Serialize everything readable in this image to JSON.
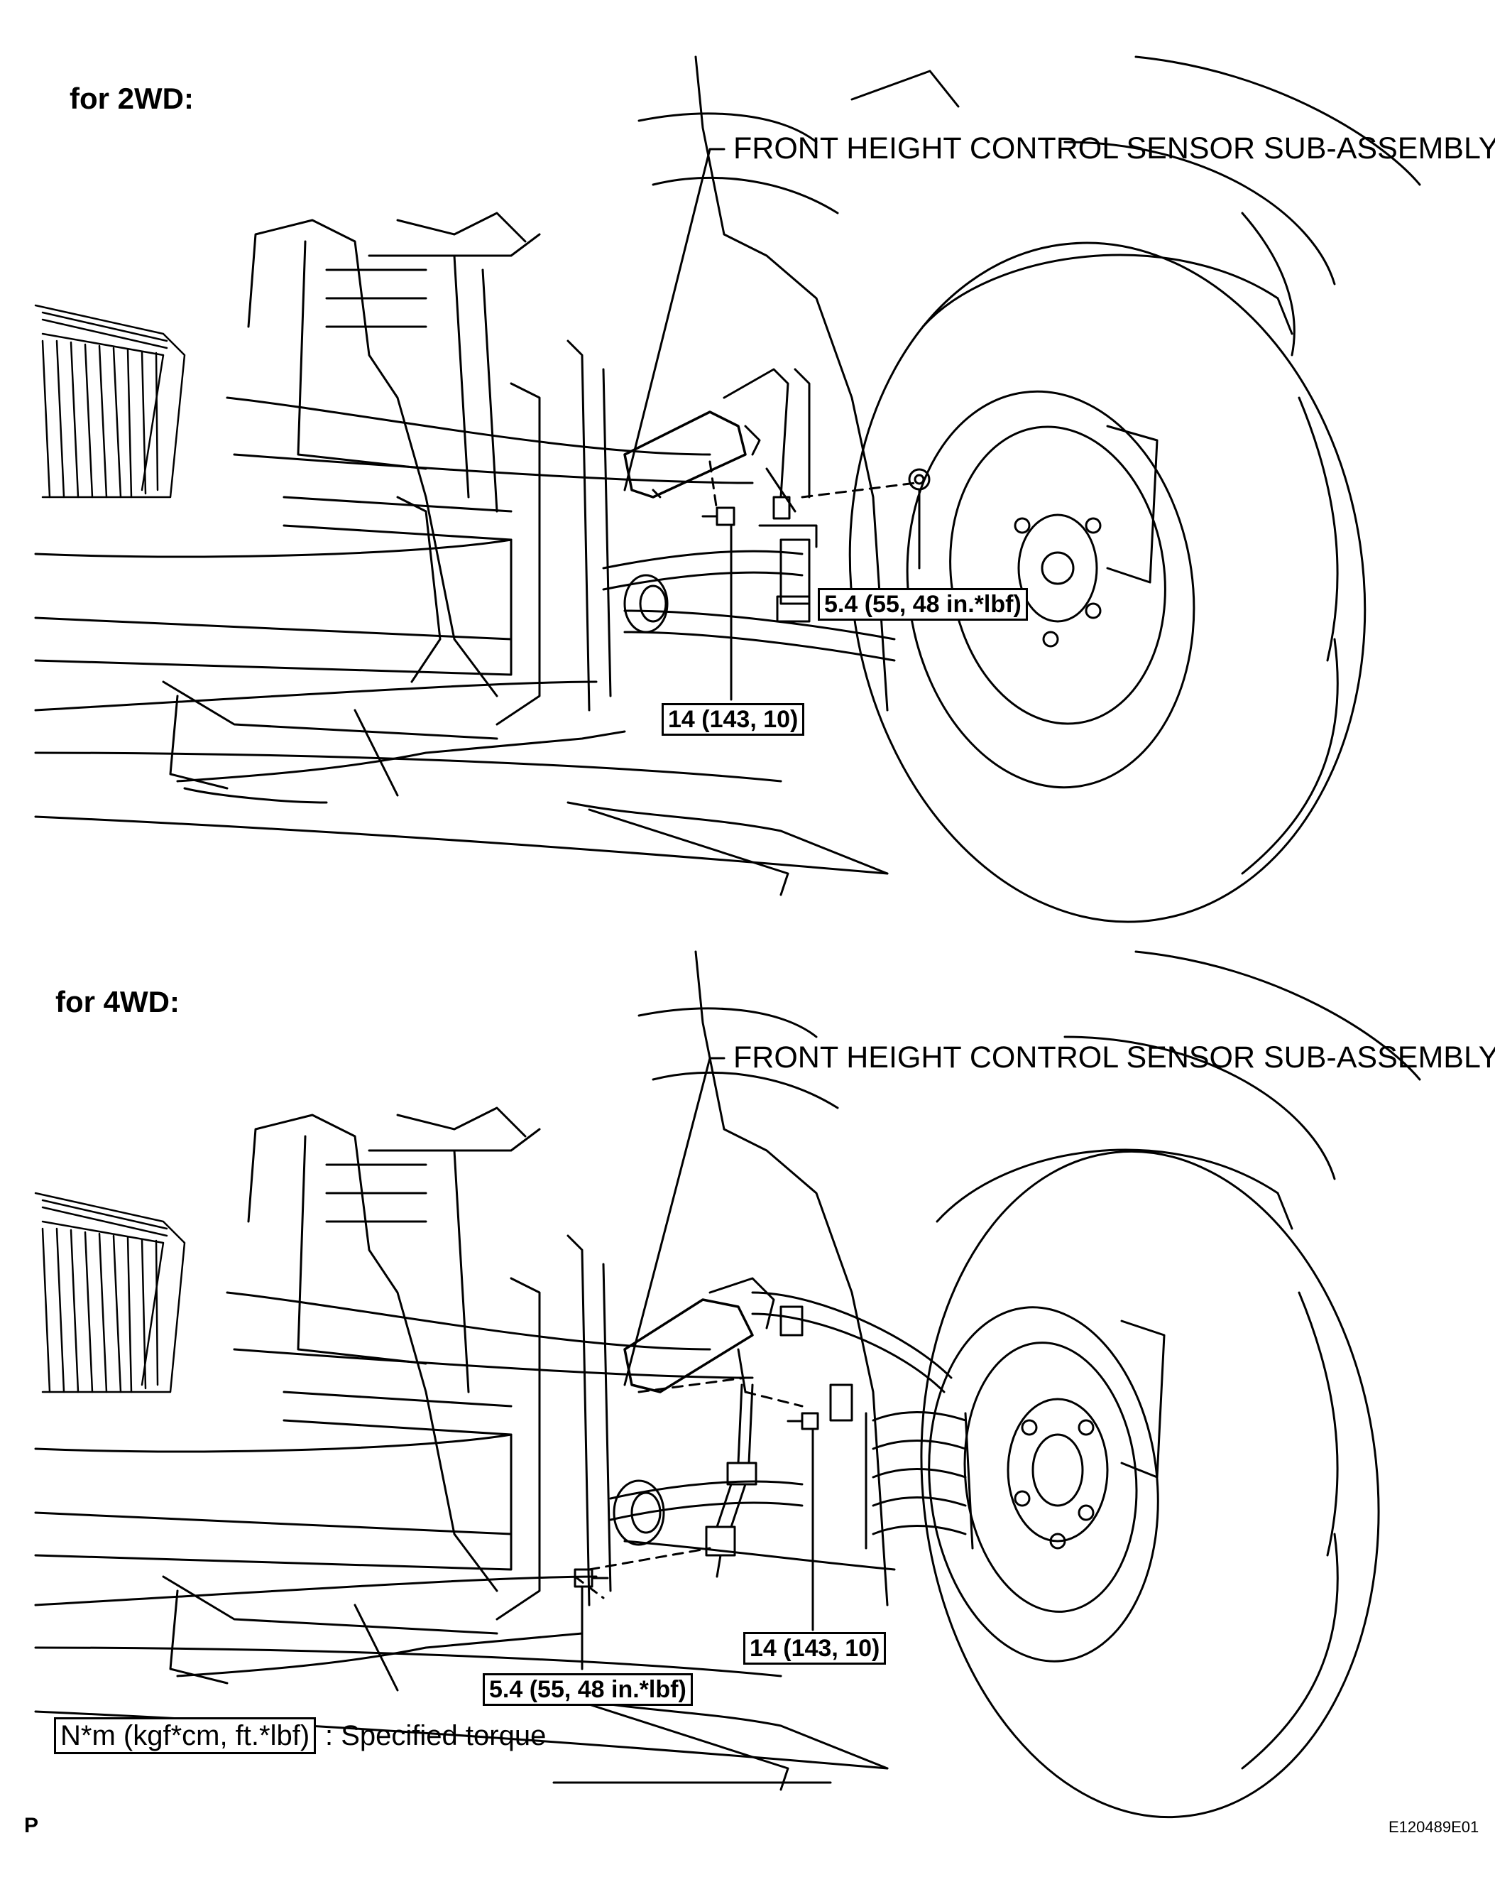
{
  "diagrams": [
    {
      "heading": "for 2WD:",
      "part_label": "FRONT HEIGHT CONTROL SENSOR SUB-ASSEMBLY",
      "torques": [
        "5.4 (55, 48 in.*lbf)",
        "14 (143, 10)"
      ]
    },
    {
      "heading": "for 4WD:",
      "part_label": "FRONT HEIGHT CONTROL SENSOR SUB-ASSEMBLY",
      "torques": [
        "14 (143, 10)",
        "5.4 (55, 48 in.*lbf)"
      ]
    }
  ],
  "legend": {
    "unit_box": "N*m (kgf*cm, ft.*lbf)",
    "description": ": Specified torque"
  },
  "corner_mark": "P",
  "figure_code": "E120489E01"
}
